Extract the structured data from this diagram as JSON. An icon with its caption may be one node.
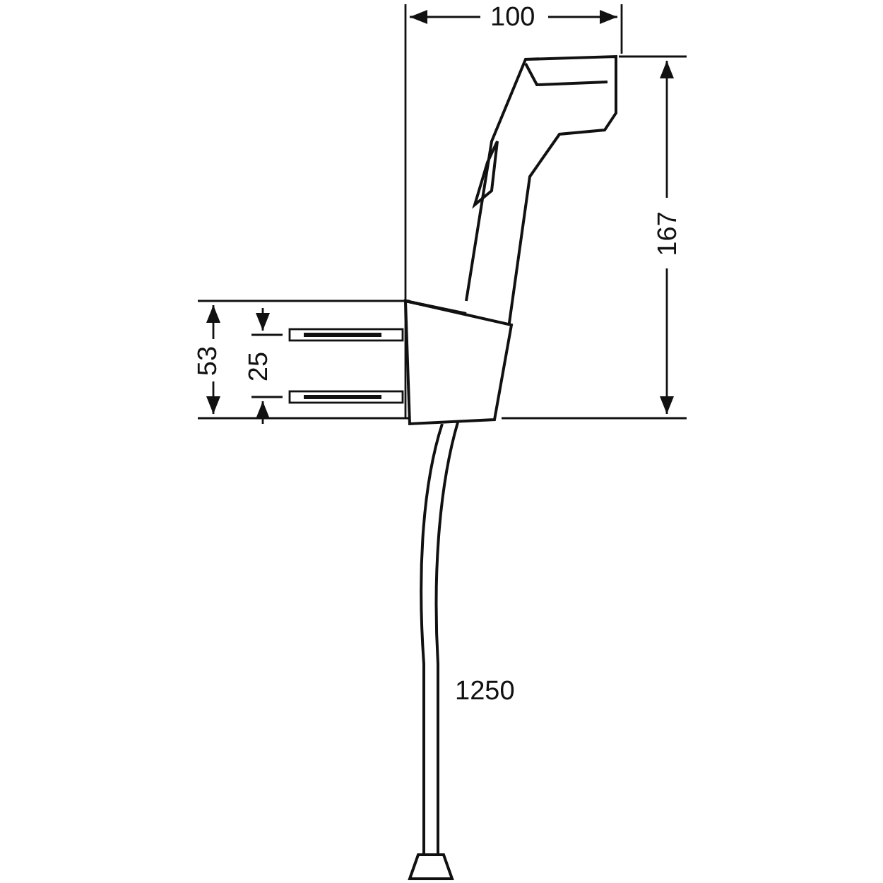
{
  "diagram": {
    "labels": [
      "100",
      "167",
      "53",
      "25",
      "1250"
    ]
  }
}
